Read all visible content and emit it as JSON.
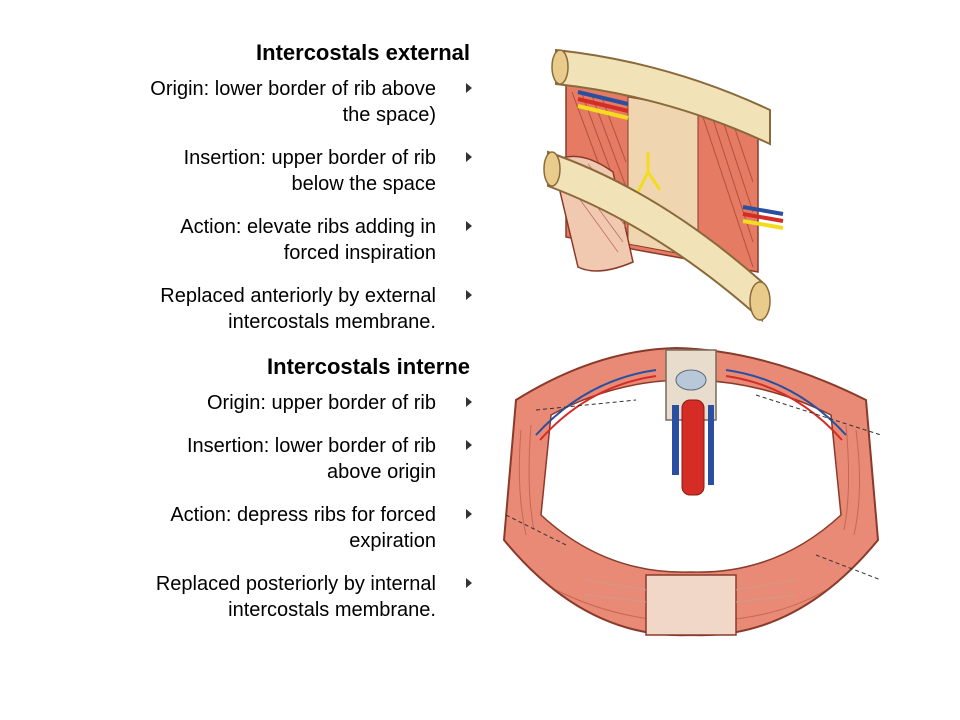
{
  "slide": {
    "section_external": {
      "heading": "Intercostals external",
      "items": [
        {
          "line1": "Origin: lower border of rib above",
          "line2": "the space)"
        },
        {
          "line1": "Insertion: upper border of rib",
          "line2": "below the space"
        },
        {
          "line1": "Action: elevate ribs adding in",
          "line2": "forced inspiration"
        },
        {
          "line1": "Replaced anteriorly by external",
          "line2": "intercostals membrane."
        }
      ]
    },
    "section_internal": {
      "heading": "Intercostals interne",
      "items": [
        {
          "line1": "Origin: upper border of rib",
          "line2": ""
        },
        {
          "line1": "Insertion: lower border of rib",
          "line2": "above origin"
        },
        {
          "line1": "Action: depress ribs for forced",
          "line2": "expiration"
        },
        {
          "line1": "Replaced posteriorly by internal",
          "line2": "intercostals membrane."
        }
      ]
    }
  },
  "colors": {
    "bone": "#f2e2b8",
    "muscle": "#e47b62",
    "muscle_dark": "#b54b38",
    "artery": "#d52d25",
    "vein": "#2a4fa0",
    "nerve": "#f3dc1f",
    "bullet": "#333333"
  },
  "icons": {
    "bullet": "right-triangle-bullet"
  }
}
